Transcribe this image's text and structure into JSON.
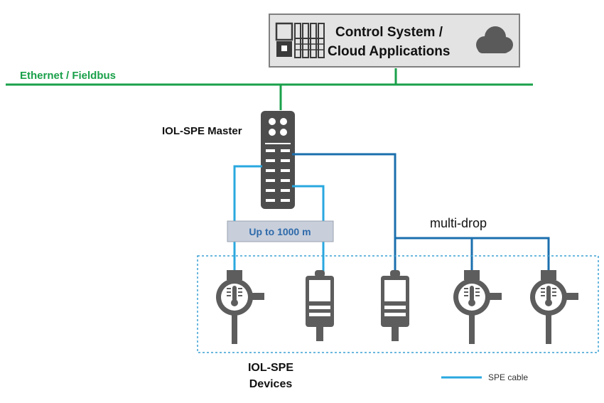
{
  "control_system": {
    "title_line1": "Control System /",
    "title_line2": "Cloud Applications",
    "plc_icon": "plc-rack-icon",
    "cloud_icon": "cloud-icon"
  },
  "bus": {
    "label": "Ethernet / Fieldbus",
    "color": "#1aa04a"
  },
  "master": {
    "label": "IOL-SPE Master",
    "icon": "io-block-icon"
  },
  "distance": {
    "label": "Up to 1000 m"
  },
  "multidrop": {
    "label": "multi-drop"
  },
  "devices": {
    "label_line1": "IOL-SPE",
    "label_line2": "Devices",
    "items": [
      {
        "icon": "thermometer-sensor-icon"
      },
      {
        "icon": "transmitter-icon"
      },
      {
        "icon": "transmitter-icon"
      },
      {
        "icon": "thermometer-sensor-icon"
      },
      {
        "icon": "thermometer-sensor-icon"
      }
    ]
  },
  "legend": {
    "label": "SPE cable",
    "color": "#29a8df"
  },
  "colors": {
    "spe_light": "#29a8df",
    "spe_dark": "#1b6fae",
    "device_gray": "#5d5d5d",
    "box_border": "#808080",
    "box_fill": "#e3e3e3",
    "distance_fill": "#c8cfdb",
    "distance_text": "#2e6aaa",
    "dotted_border": "#3aa0d3"
  }
}
